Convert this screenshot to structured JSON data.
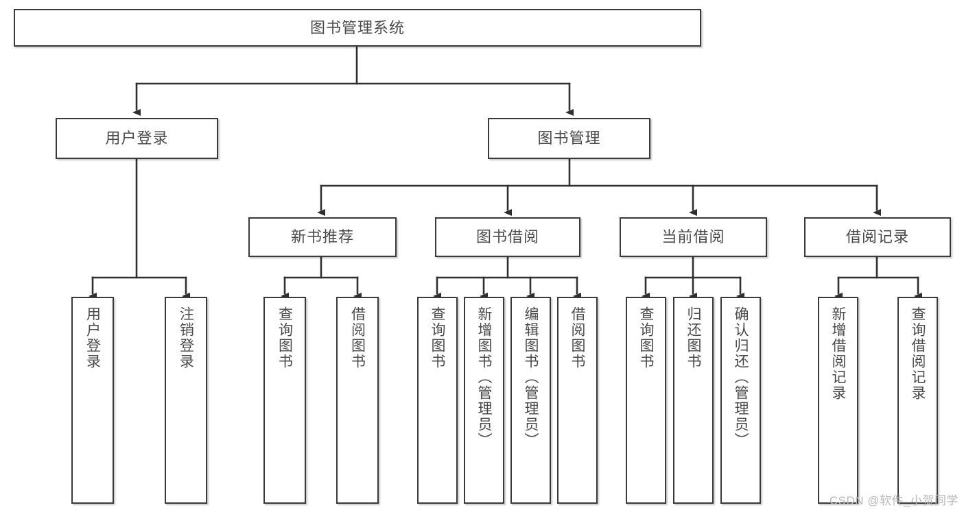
{
  "diagram": {
    "title": "图书管理系统",
    "root": {
      "label": "图书管理系统"
    },
    "level2": [
      {
        "label": "用户登录"
      },
      {
        "label": "图书管理"
      }
    ],
    "level3": [
      {
        "label": "新书推荐"
      },
      {
        "label": "图书借阅"
      },
      {
        "label": "当前借阅"
      },
      {
        "label": "借阅记录"
      }
    ],
    "leaves": [
      {
        "label": "用户登录",
        "parent": "用户登录"
      },
      {
        "label": "注销登录",
        "parent": "用户登录"
      },
      {
        "label": "查询图书",
        "parent": "新书推荐"
      },
      {
        "label": "借阅图书",
        "parent": "新书推荐"
      },
      {
        "label": "查询图书",
        "parent": "图书借阅"
      },
      {
        "label": "新增图书（管理员）",
        "parent": "图书借阅"
      },
      {
        "label": "编辑图书（管理员）",
        "parent": "图书借阅"
      },
      {
        "label": "借阅图书",
        "parent": "图书借阅"
      },
      {
        "label": "查询图书",
        "parent": "当前借阅"
      },
      {
        "label": "归还图书",
        "parent": "当前借阅"
      },
      {
        "label": "确认归还（管理员）",
        "parent": "当前借阅"
      },
      {
        "label": "新增借阅记录",
        "parent": "借阅记录"
      },
      {
        "label": "查询借阅记录",
        "parent": "借阅记录"
      }
    ],
    "colors": {
      "box_border": "#3a3a3a",
      "box_fill": "#ffffff",
      "text": "#4a4a4a",
      "connector": "#2f2f2f",
      "watermark": "#b9b9b9",
      "background": "#ffffff"
    }
  },
  "watermark": {
    "text": "CSDN @软件_小贺同学"
  }
}
